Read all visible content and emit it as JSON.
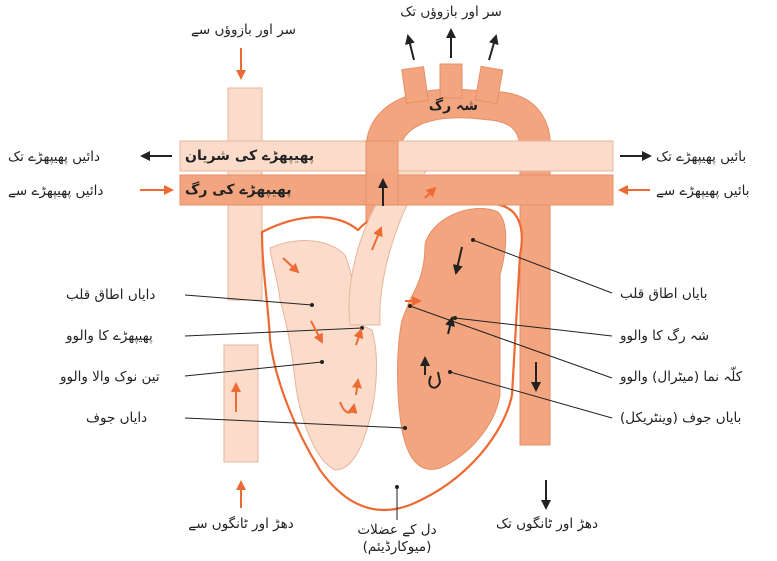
{
  "colors": {
    "vessel_light": "#fbdccb",
    "vessel_dark": "#f3a57f",
    "stroke_light": "#e7b59b",
    "myocardium_line": "#ee6a33",
    "arrow_orange": "#ee6a33",
    "arrow_black": "#222222",
    "text": "#222222"
  },
  "labels": {
    "top_left_from_arms": "سر اور بازوؤں سے",
    "top_center_to_arms": "سر اور بازوؤں تک",
    "aorta": "شہ رگ",
    "pulmonary_artery": "پھیپھڑے کی شریان",
    "pulmonary_vein": "پھیپھڑے کی رگ",
    "to_right_lung": "دائیں پھیپھڑے تک",
    "from_right_lung": "دائیں پھیپھڑے سے",
    "to_left_lung": "بائیں پھیپھڑے تک",
    "from_left_lung": "بائیں پھیپھڑے سے",
    "right_atrium": "دایاں اطاق قلب",
    "pulmonary_valve": "پھیپھڑے کا والوو",
    "tricuspid_valve": "تین نوک والا والوو",
    "right_ventricle": "دایاں جوف",
    "left_atrium": "بایاں اطاق قلب",
    "aortic_valve": "شہ رگ کا والوو",
    "mitral_valve": "کلّہ نما (میٹرال) والوو",
    "left_ventricle": "بایاں جوف (وینٹریکل)",
    "from_torso_legs": "دھڑ اور ٹانگوں سے",
    "to_torso_legs": "دھڑ اور ٹانگوں تک",
    "myocardium_line1": "دل کے عضلات",
    "myocardium_line2": "(میوکارڈیئم)"
  },
  "icons": {
    "flow_arrow_oxygen_poor": "orange-arrow-icon",
    "flow_arrow_oxygen_rich": "black-arrow-icon"
  }
}
